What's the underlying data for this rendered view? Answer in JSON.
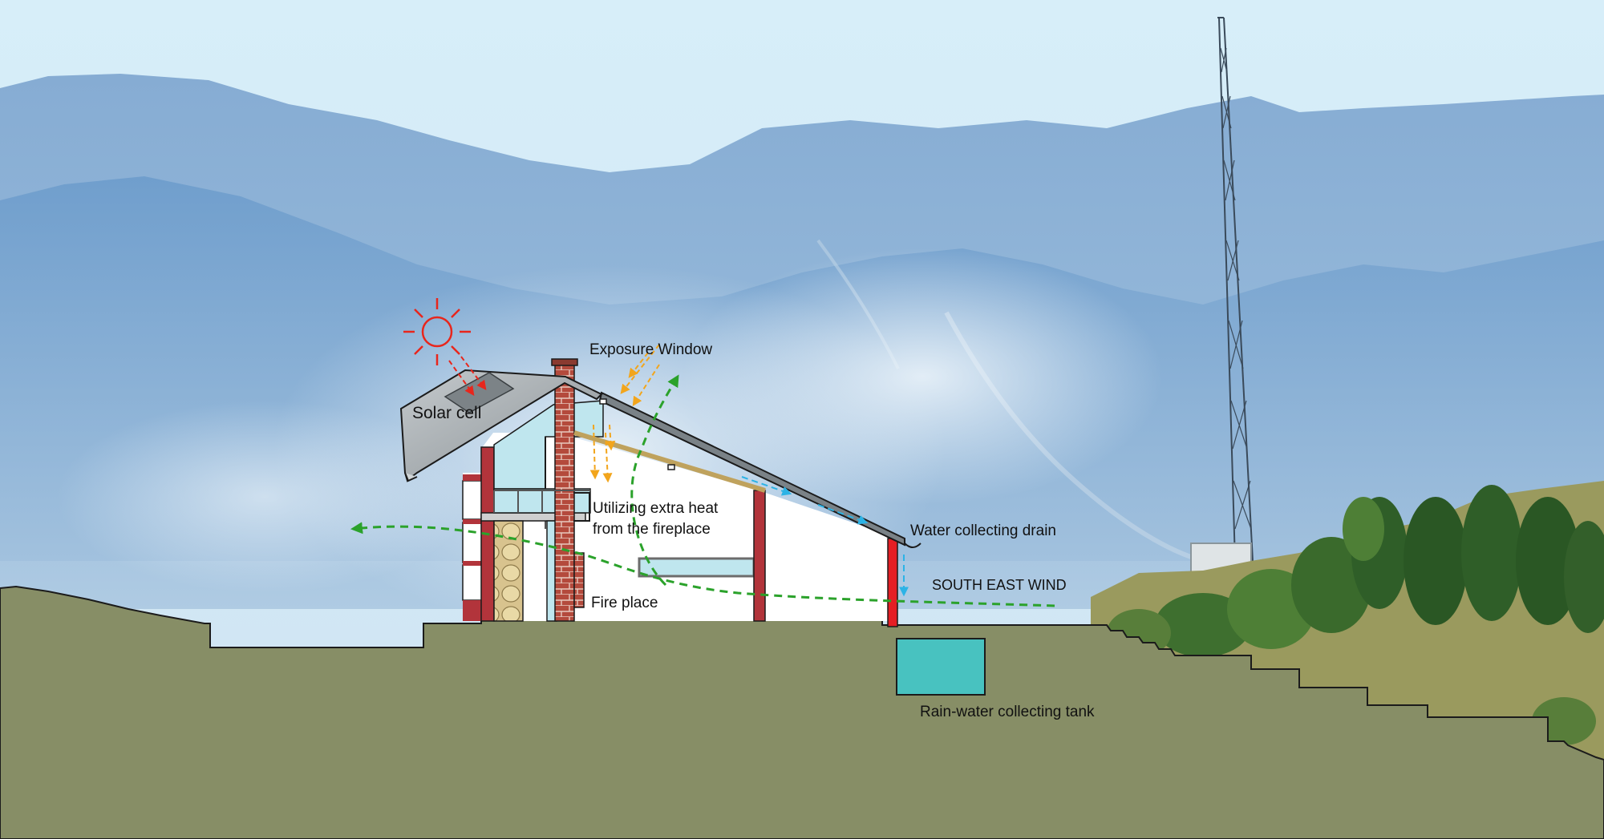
{
  "labels": {
    "solar_cell": "Solar cell",
    "exposure_window": "Exposure Window",
    "extra_heat_line1": "Utilizing extra heat",
    "extra_heat_line2": "from the fireplace",
    "fire_place": "Fire place",
    "water_drain": "Water collecting drain",
    "wind": "SOUTH EAST WIND",
    "rain_tank": "Rain-water collecting tank"
  },
  "colors": {
    "sky_top": "#d9eef9",
    "mountain_far": "#8fb3d6",
    "mountain_near": "#6f9fcc",
    "ground": "#8a9068",
    "sun": "#e8261c",
    "solar_arrow": "#e8261c",
    "heat_arrow": "#f2a51c",
    "wind_arrow": "#2ba22b",
    "water_arrow": "#2cb3e6",
    "wall_red": "#b2343b",
    "glass": "#bfe6ee",
    "brick": "#b5473a",
    "tank": "#48c2c0",
    "drain_red": "#e51e24",
    "roof": "#9aa1a6"
  },
  "icons": {
    "sun": "sun-icon",
    "tower": "antenna-tower-icon"
  }
}
